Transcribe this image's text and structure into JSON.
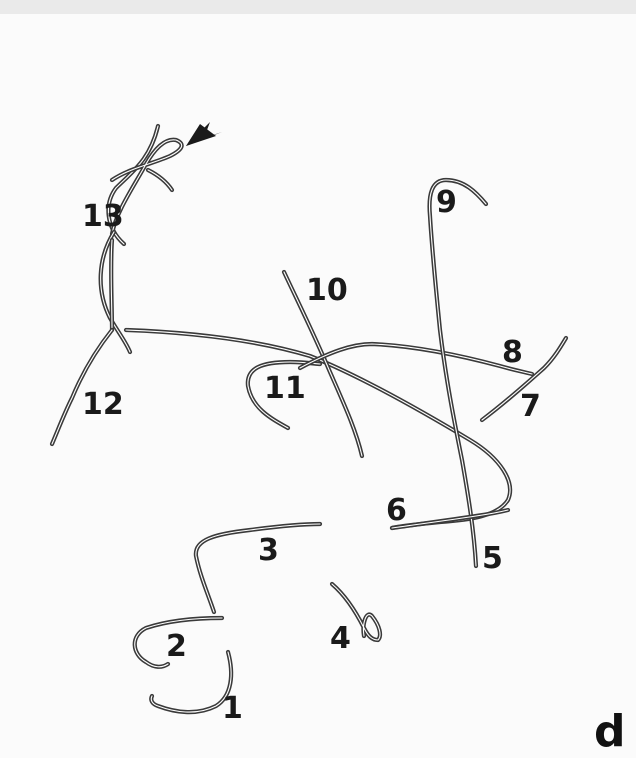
{
  "panel_label": "d",
  "chromosome_labels": [
    "1",
    "2",
    "3",
    "4",
    "5",
    "6",
    "7",
    "8",
    "9",
    "10",
    "11",
    "12",
    "13"
  ],
  "arrow_icon": "arrow-icon",
  "colors": {
    "strand": "#3a3a3a",
    "background": "#fbfbfb",
    "text": "#1a1a1a"
  }
}
